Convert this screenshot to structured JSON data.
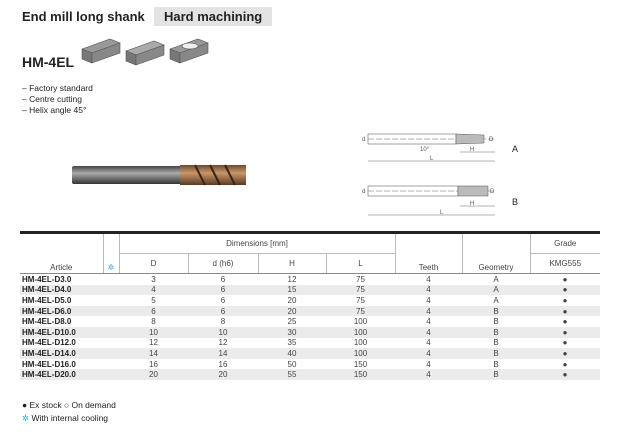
{
  "header": {
    "title": "End mill long shank",
    "tag": "Hard machining",
    "model": "HM-4EL"
  },
  "features": [
    "– Factory standard",
    "– Centre cutting",
    "– Helix angle 45°"
  ],
  "drawing": {
    "labels": {
      "d": "d",
      "D": "D",
      "H": "H",
      "L": "L",
      "angle": "10°"
    },
    "variantA": "A",
    "variantB": "B"
  },
  "table": {
    "headers": {
      "article": "Article",
      "cooling": "✲",
      "dimensions": "Dimensions [mm]",
      "D": "D",
      "d": "d (h6)",
      "H": "H",
      "L": "L",
      "teeth": "Teeth",
      "geometry": "Geometry",
      "grade": "Grade",
      "grade_name": "KMG555"
    },
    "rows": [
      [
        "HM-4EL-D3.0",
        "3",
        "6",
        "12",
        "75",
        "4",
        "A",
        "●"
      ],
      [
        "HM-4EL-D4.0",
        "4",
        "6",
        "15",
        "75",
        "4",
        "A",
        "●"
      ],
      [
        "HM-4EL-D5.0",
        "5",
        "6",
        "20",
        "75",
        "4",
        "A",
        "●"
      ],
      [
        "HM-4EL-D6.0",
        "6",
        "6",
        "20",
        "75",
        "4",
        "B",
        "●"
      ],
      [
        "HM-4EL-D8.0",
        "8",
        "8",
        "25",
        "100",
        "4",
        "B",
        "●"
      ],
      [
        "HM-4EL-D10.0",
        "10",
        "10",
        "30",
        "100",
        "4",
        "B",
        "●"
      ],
      [
        "HM-4EL-D12.0",
        "12",
        "12",
        "35",
        "100",
        "4",
        "B",
        "●"
      ],
      [
        "HM-4EL-D14.0",
        "14",
        "14",
        "40",
        "100",
        "4",
        "B",
        "●"
      ],
      [
        "HM-4EL-D16.0",
        "16",
        "16",
        "50",
        "150",
        "4",
        "B",
        "●"
      ],
      [
        "HM-4EL-D20.0",
        "20",
        "20",
        "55",
        "150",
        "4",
        "B",
        "●"
      ]
    ]
  },
  "legend": {
    "stock": "● Ex stock  ○ On demand",
    "cooling_icon": "✲",
    "cooling": "With internal cooling"
  }
}
